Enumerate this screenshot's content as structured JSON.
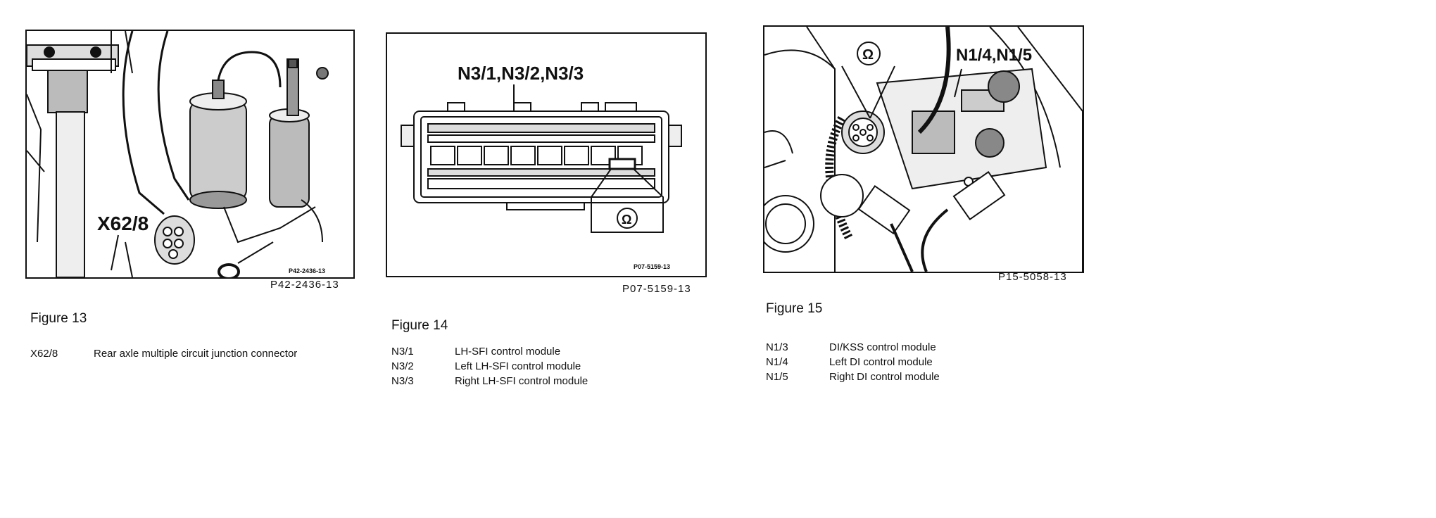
{
  "figures": [
    {
      "caption": "Figure 13",
      "callout": "X62/8",
      "ref_inner": "P42-2436-13",
      "ref_outer": "P42-2436-13",
      "legend": [
        {
          "code": "X62/8",
          "desc": "Rear axle multiple circuit junction connector"
        }
      ]
    },
    {
      "caption": "Figure 14",
      "callout": "N3/1,N3/2,N3/3",
      "ohm": "Ω",
      "ref_inner": "P07-5159-13",
      "ref_outer": "P07-5159-13",
      "legend": [
        {
          "code": "N3/1",
          "desc": "LH-SFI control module"
        },
        {
          "code": "N3/2",
          "desc": "Left LH-SFI control module"
        },
        {
          "code": "N3/3",
          "desc": "Right LH-SFI control module"
        }
      ]
    },
    {
      "caption": "Figure 15",
      "callout": "N1/4,N1/5",
      "ohm": "Ω",
      "ref_outer": "P15-5058-13",
      "legend": [
        {
          "code": "N1/3",
          "desc": "DI/KSS control module"
        },
        {
          "code": "N1/4",
          "desc": "Left DI control module"
        },
        {
          "code": "N1/5",
          "desc": "Right DI control module"
        }
      ]
    }
  ]
}
